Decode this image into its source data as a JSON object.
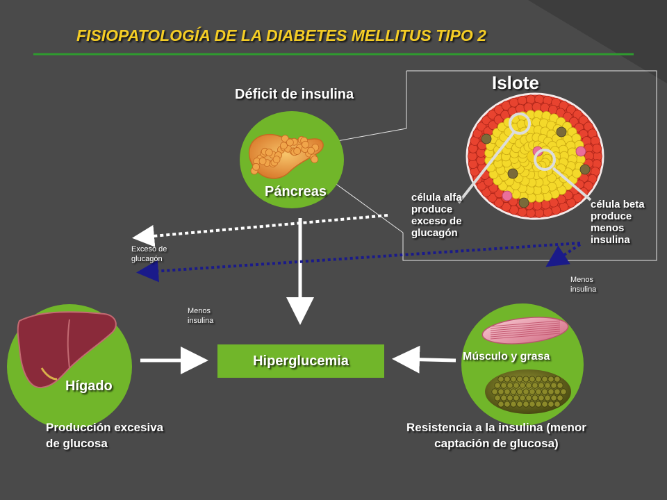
{
  "title": "FISIOPATOLOGÍA DE LA DIABETES MELLITUS TIPO 2",
  "labels": {
    "deficit": "Déficit de insulina",
    "pancreas": "Páncreas",
    "islote": "Islote",
    "alfa": "célula alfa\nproduce\nexceso de\nglucagón",
    "beta": "célula beta\nproduce\nmenos\ninsulina",
    "exceso_glucagon": "Exceso de\nglucagón",
    "menos_insulina_right": "Menos\ninsulina",
    "menos_insulina_center": "Menos\ninsulina",
    "higado": "Hígado",
    "musculo": "Músculo y grasa",
    "hiperglucemia": "Hiperglucemia",
    "produccion": "Producción excesiva\n    de glucosa",
    "resistencia": "Resistencia a la insulina (menor\ncaptación de glucosa)"
  },
  "colors": {
    "background": "#4a4a4a",
    "title": "#f5cd25",
    "green": "#71b62a",
    "rule": "#2f9a2f",
    "dashed_white": "#ffffff",
    "dashed_navy": "#1a1a8a",
    "islet_red": "#e03a2a",
    "islet_yellow": "#f2d21e",
    "liver": "#8a2a3a",
    "muscle": "#e89aa8",
    "fat": "#6b6a1e"
  }
}
